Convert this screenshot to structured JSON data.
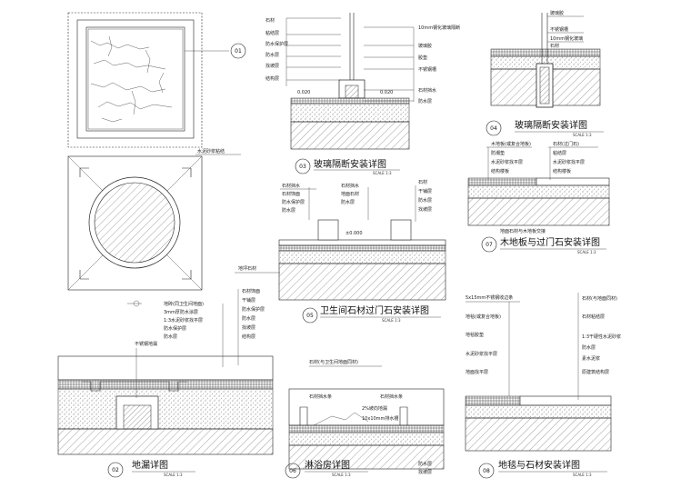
{
  "details": {
    "d01": {
      "number": "01",
      "note": "水泥砂浆粘结"
    },
    "d02": {
      "number": "02",
      "title": "地漏详图",
      "scale_label": "SCALE 1:3",
      "left_labels": [
        "地砖(同卫生间地面)",
        "3mm厚防水涂层",
        "1:3水泥砂浆找平层",
        "防水保护层",
        "防水层"
      ],
      "left_label_extra": "不锈钢地漏",
      "right_labels": [
        "石材饰面",
        "干铺层",
        "防水保护层",
        "防水层",
        "找坡层",
        "结构层"
      ]
    },
    "d03": {
      "number": "03",
      "title": "玻璃隔断安装详图",
      "scale_label": "SCALE 1:3",
      "left_labels": [
        "石材",
        "粘结层",
        "防水保护层",
        "防水层",
        "找坡层",
        "结构层"
      ],
      "right_labels": [
        "10mm钢化玻璃隔断",
        "玻璃胶",
        "胶垫",
        "不锈钢槽",
        "石材挡水",
        "防水层"
      ],
      "dims": [
        "0.020",
        "0.020"
      ]
    },
    "d04": {
      "number": "04",
      "title": "玻璃隔断安装详图",
      "scale_label": "SCALE 1:3",
      "top_labels": [
        "玻璃胶",
        "不锈钢槽",
        "10mm钢化玻璃"
      ],
      "mid_label": "石材"
    },
    "d05": {
      "number": "05",
      "title": "卫生间石材过门石安装详图",
      "scale_label": "SCALE 1:3",
      "left_labels": [
        "石材挡水",
        "石材饰面",
        "防水保护层",
        "防水层"
      ],
      "center_labels": [
        "石材挡水",
        "地面石材",
        "防水层"
      ],
      "right_labels": [
        "石材",
        "干铺层",
        "防水层",
        "找坡层"
      ],
      "level": "±0.000",
      "side_label": "地坪石材"
    },
    "d06": {
      "number": "06",
      "title": "淋浴房详图",
      "scale_label": "SCALE 1:3",
      "top_label": "石材(与卫生间地面同材)",
      "labels": [
        "石材挡水条",
        "石材挡水条",
        "2%坡向地漏",
        "10x10mm排水槽"
      ],
      "right_labels": [
        "防水层",
        "找坡层"
      ]
    },
    "d07": {
      "number": "07",
      "title": "木地板与过门石安装详图",
      "scale_label": "SCALE 1:3",
      "left_labels": [
        "木地板(或复合地板)",
        "防潮垫",
        "水泥砂浆找平层",
        "结构楼板"
      ],
      "right_labels": [
        "石材(过门石)",
        "粘结层",
        "水泥砂浆找平层",
        "结构楼板"
      ],
      "bottom_label": "地面石材与木地板交接"
    },
    "d08": {
      "number": "08",
      "title": "地毯与石材安装详图",
      "scale_label": "SCALE 1:3",
      "left_labels": [
        "5x15mm不锈钢收边条",
        "地毯(或复合地板)",
        "地毯胶垫",
        "水泥砂浆找平层"
      ],
      "left_extra": "地面找平层",
      "right_labels": [
        "石材(与地面同材)",
        "石材粘结层",
        "1:3干硬性水泥砂浆",
        "防水层",
        "素水泥浆",
        "原建筑结构层"
      ]
    }
  }
}
